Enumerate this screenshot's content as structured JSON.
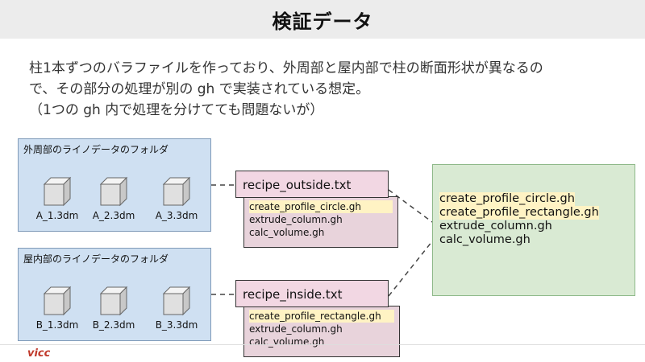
{
  "title": "検証データ",
  "intro": [
    "柱1本ずつのバラファイルを作っており、外周部と屋内部で柱の断面形状が異なるの",
    "で、その部分の処理が別の gh で実装されている想定。",
    "（1つの gh 内で処理を分けてても問題ないが）"
  ],
  "folders": {
    "outside": {
      "title": "外周部のライノデータのフォルダ",
      "files": [
        "A_1.3dm",
        "A_2.3dm",
        "A_3.3dm"
      ]
    },
    "inside": {
      "title": "屋内部のライノデータのフォルダ",
      "files": [
        "B_1.3dm",
        "B_2.3dm",
        "B_3.3dm"
      ]
    }
  },
  "recipes": {
    "outside": {
      "name": "recipe_outside.txt",
      "steps": [
        "create_profile_circle.gh",
        "extrude_column.gh",
        "calc_volume.gh"
      ]
    },
    "inside": {
      "name": "recipe_inside.txt",
      "steps": [
        "create_profile_rectangle.gh",
        "extrude_column.gh",
        "calc_volume.gh"
      ]
    }
  },
  "gh_library": [
    "create_profile_circle.gh",
    "create_profile_rectangle.gh",
    "extrude_column.gh",
    "calc_volume.gh"
  ],
  "logo": "vicc",
  "colors": {
    "folder_bg": "#cfe0f2",
    "recipe_bg": "#f2d7e3",
    "library_bg": "#d9ead3",
    "highlight": "#fff3c4"
  }
}
